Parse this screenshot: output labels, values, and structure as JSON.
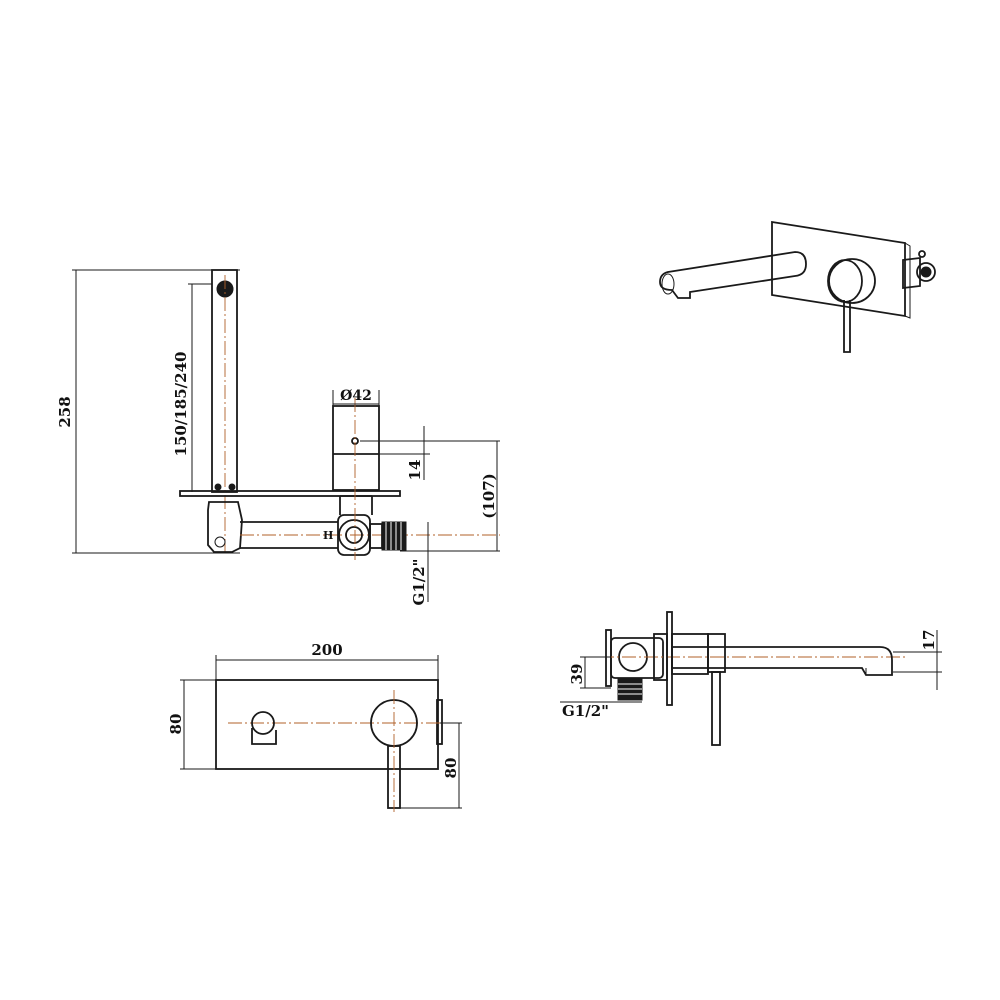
{
  "dimensions": {
    "height_total": "258",
    "spout_lengths": "150/185/240",
    "handle_diameter": "Ø42",
    "handle_offset": "14",
    "handle_height": "(107)",
    "thread_side": "G1/2\"",
    "plate_width": "200",
    "plate_height": "80",
    "lever_length": "80",
    "valve_depth": "39",
    "thread_bottom": "G1/2\"",
    "spout_outlet": "17"
  },
  "markings": {
    "hot_marker": "H"
  }
}
